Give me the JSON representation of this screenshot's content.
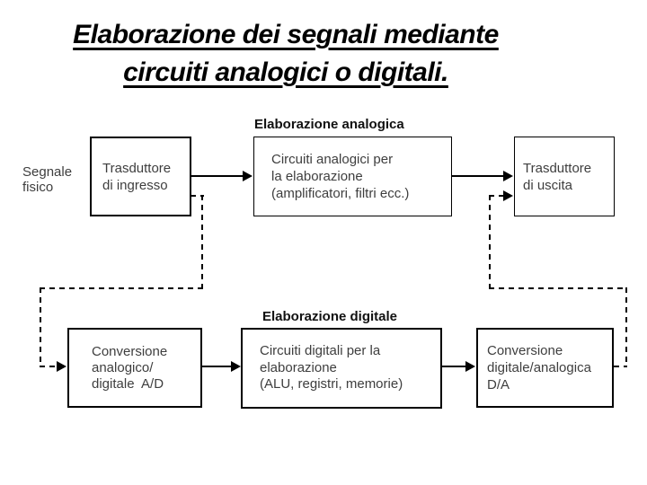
{
  "title": {
    "line1": "Elaborazione dei segnali mediante",
    "line2": "circuiti analogici o digitali."
  },
  "labels": {
    "input_signal": "Segnale\nfisico",
    "analog_section": "Elaborazione analogica",
    "digital_section": "Elaborazione digitale"
  },
  "boxes": {
    "input_transducer": "Trasduttore\ndi ingresso",
    "analog_circuits": "Circuiti analogici per\nla elaborazione\n(amplificatori, filtri ecc.)",
    "output_transducer": "Trasduttore\ndi uscita",
    "ad_conversion": "Conversione\nanalogico/\ndigitale  A/D",
    "digital_circuits": "Circuiti digitali per la\nelaborazione\n(ALU, registri, memorie)",
    "da_conversion": "Conversione\ndigitale/analogica\nD/A"
  },
  "colors": {
    "background": "#ffffff",
    "line": "#000000",
    "box_text": "#3e3e3e",
    "section_label": "#111111",
    "title": "#000000"
  },
  "connectors": {
    "analog_path_style": "solid",
    "digital_path_style": "dashed"
  }
}
